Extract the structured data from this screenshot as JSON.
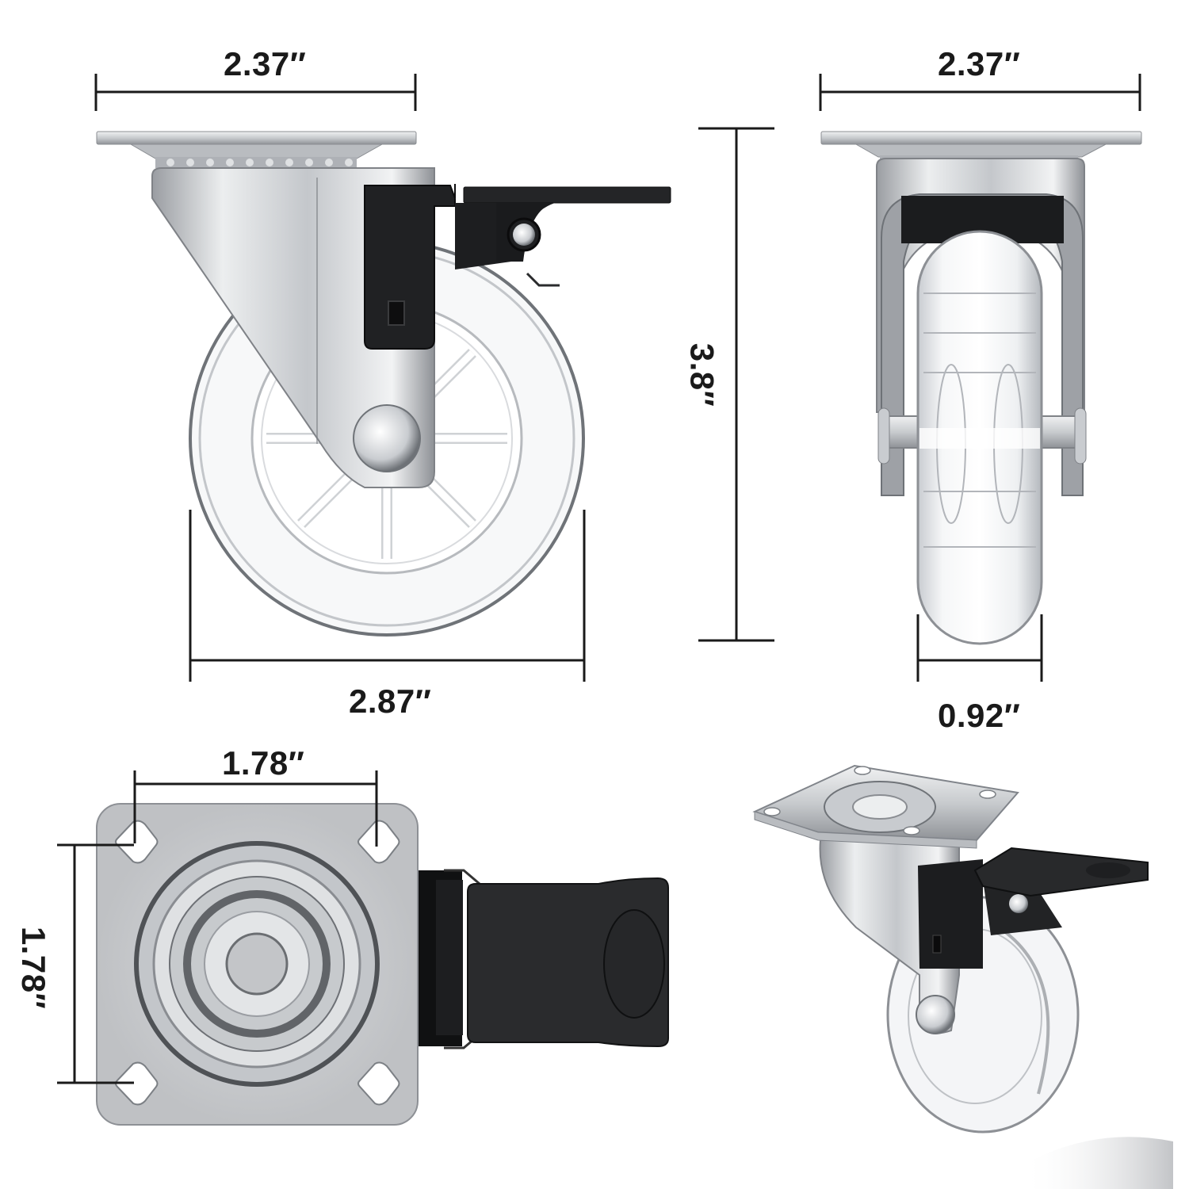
{
  "figure": {
    "subject": "Swivel caster with clear transparent wheel and black brake pedal",
    "views": [
      {
        "id": "side-view",
        "name": "Side view"
      },
      {
        "id": "front-view",
        "name": "Front view"
      },
      {
        "id": "top-view",
        "name": "Top view (mounting plate)"
      },
      {
        "id": "perspective-view",
        "name": "Perspective view"
      }
    ]
  },
  "dimensions": {
    "side_plate_width": "2.37″",
    "front_plate_width": "2.37″",
    "overall_height": "3.8″",
    "wheel_diameter": "2.87″",
    "wheel_width": "0.92″",
    "hole_spacing_horizontal": "1.78″",
    "hole_spacing_vertical": "1.78″"
  },
  "colors": {
    "background": "#ffffff",
    "dimension_line": "#1a1a1a",
    "metal_light": "#e6e7e9",
    "metal_mid": "#b9bcc0",
    "metal_dark": "#7d8186",
    "brake_black": "#1e1f21",
    "wheel_clear": "#f3f4f6",
    "wheel_edge": "#8d9095"
  }
}
